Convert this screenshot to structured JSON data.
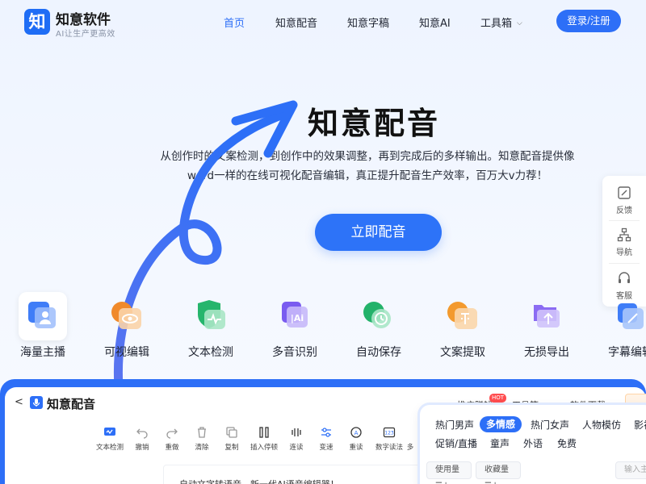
{
  "header": {
    "brand_name": "知意软件",
    "brand_tagline": "AI让生产更高效",
    "logo_char": "知",
    "nav": [
      {
        "label": "首页",
        "active": true
      },
      {
        "label": "知意配音"
      },
      {
        "label": "知意字稿"
      },
      {
        "label": "知意AI"
      },
      {
        "label": "工具箱"
      }
    ],
    "login_label": "登录/注册"
  },
  "hero": {
    "title": "知意配音",
    "desc_line1": "从创作时的文案检测，到创作中的效果调整，再到完成后的多样输出。知意配音提供像",
    "desc_line2": "word一样的在线可视化配音编辑，真正提升配音生产效率，百万大v力荐！",
    "cta_label": "立即配音"
  },
  "side": {
    "feedback": "反馈",
    "nav": "导航",
    "service": "客服"
  },
  "features": [
    {
      "label": "海量主播",
      "color": "#3f7df7"
    },
    {
      "label": "可视编辑",
      "color": "#f08a2b"
    },
    {
      "label": "文本检测",
      "color": "#26b56c"
    },
    {
      "label": "多音识别",
      "color": "#7a5cf0"
    },
    {
      "label": "自动保存",
      "color": "#23b26a"
    },
    {
      "label": "文案提取",
      "color": "#f39a2e"
    },
    {
      "label": "无损导出",
      "color": "#8b6cf3"
    },
    {
      "label": "字幕编辑",
      "color": "#3f7df7"
    }
  ],
  "app": {
    "back": "<",
    "name": "知意配音",
    "menu": [
      "推广赚钱",
      "工具箱",
      "软件下载"
    ],
    "hot": "HOT",
    "toolbar": [
      "文本检测",
      "撤销",
      "重做",
      "清除",
      "复制",
      "插入停顿",
      "连读",
      "变速",
      "重读",
      "数字读法",
      "多"
    ],
    "text": "自动文字转语音，新一代AI语音编辑器！"
  },
  "voice_panel": {
    "tags_row1": [
      "热门男声",
      "多情感",
      "热门女声",
      "人物模仿",
      "影视"
    ],
    "tags_row2": [
      "促销/直播",
      "童声",
      "外语",
      "免费"
    ],
    "filter_usage": "使用量 ☰↓",
    "filter_fav": "收藏量 ☰↓",
    "search_placeholder": "输入主"
  }
}
